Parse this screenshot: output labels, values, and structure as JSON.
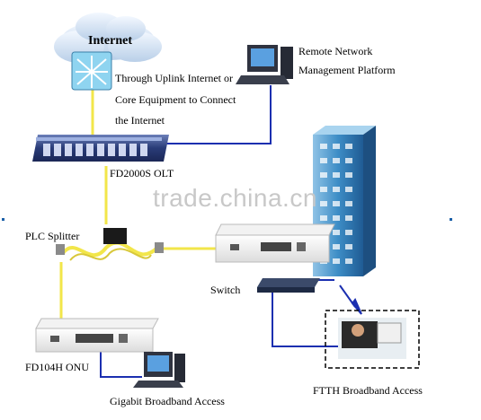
{
  "cloud": {
    "label": "Internet"
  },
  "labels": {
    "uplink_line1": "Through Uplink Internet or",
    "uplink_line2": "Core Equipment to Connect",
    "uplink_line3": "the Internet",
    "remote_line1": "Remote Network",
    "remote_line2": "Management Platform",
    "olt": "FD2000S OLT",
    "splitter": "PLC Splitter",
    "switch": "Switch",
    "onu": "FD104H ONU",
    "gigabit": "Gigabit Broadband Access",
    "ftth": "FTTH Broadband Access"
  },
  "watermark": "trade.china.cn",
  "colors": {
    "fiber": "#f2e64a",
    "ethernet": "#1b2fb0",
    "cloud": "#dce8f5",
    "building": "#3a7fb8",
    "olt": "#2c3f7a"
  }
}
